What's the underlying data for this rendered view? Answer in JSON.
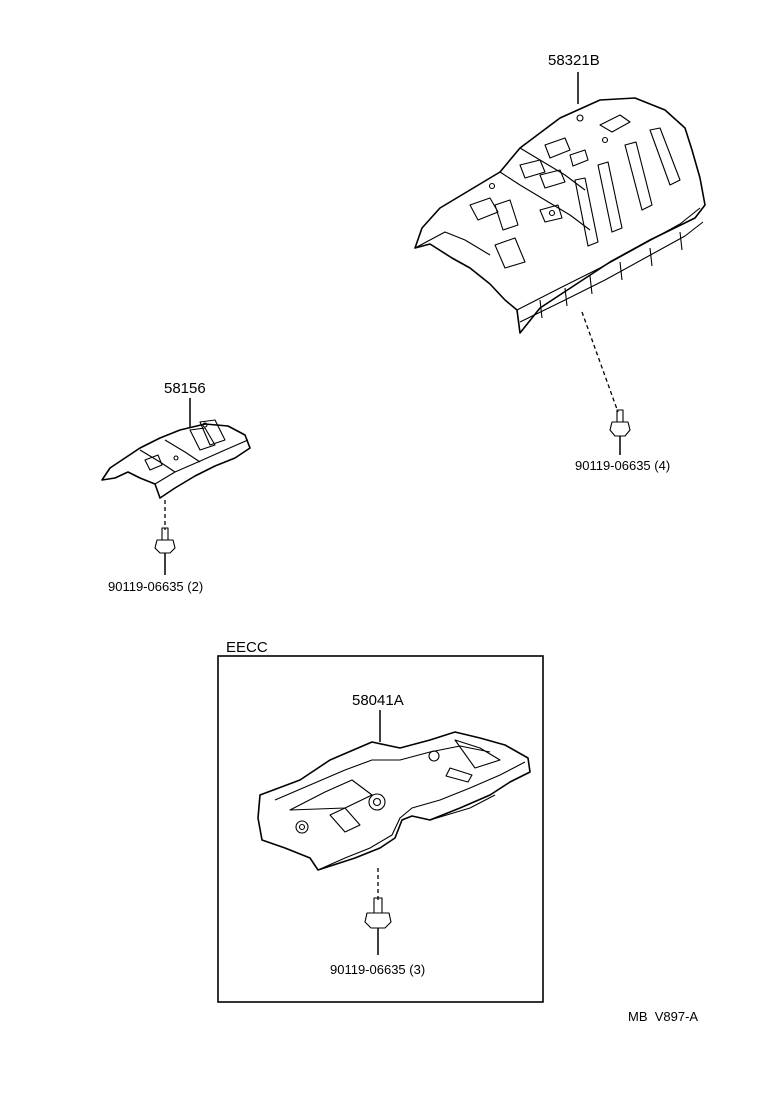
{
  "parts": {
    "top_right_shield": "58321B",
    "top_right_bolt": "90119-06635 (4)",
    "left_shield": "58156",
    "left_bolt": "90119-06635 (2)",
    "box_shield": "58041A",
    "box_bolt": "90119-06635 (3)"
  },
  "box_title": "EECC",
  "diagram_code": "MB  V897-A"
}
